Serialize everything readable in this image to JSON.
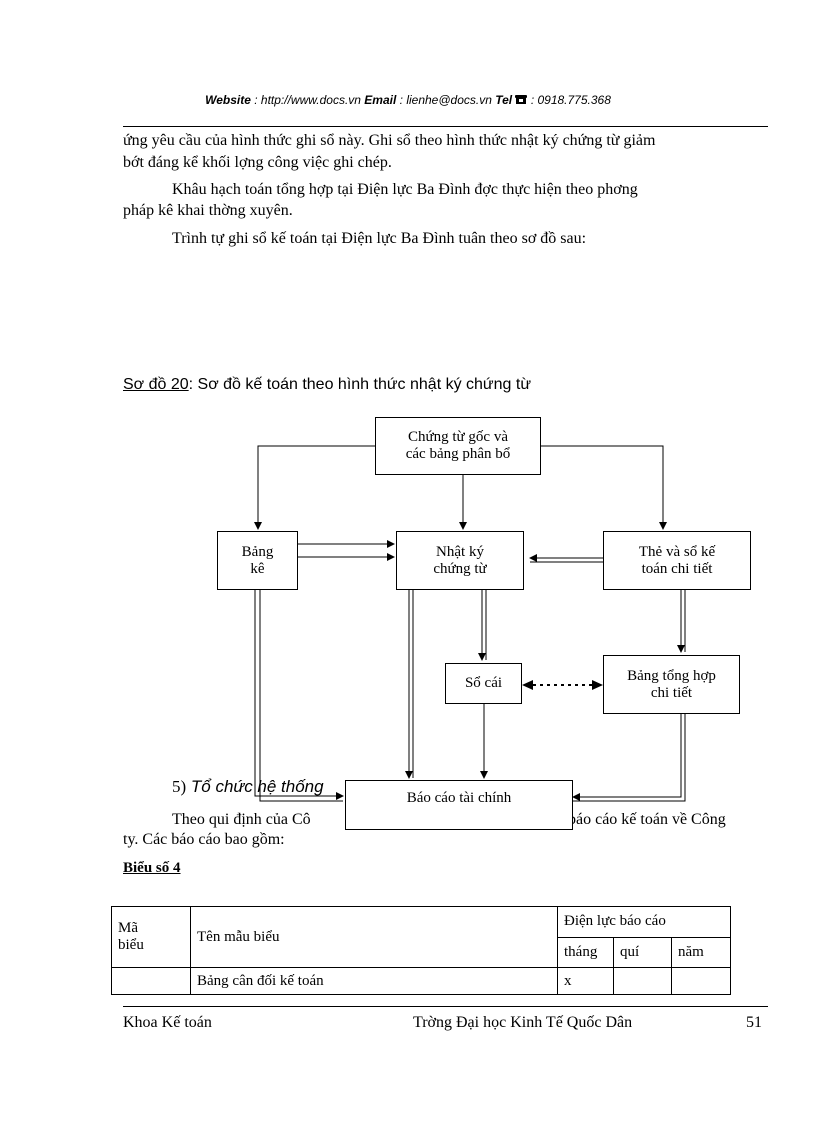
{
  "header": {
    "website_label": "Website",
    "website_value": " : http://www.docs.vn ",
    "email_label": "Email",
    "email_value": " : lienhe@docs.vn ",
    "tel_label": "Tel",
    "tel_icon": "phone-icon",
    "tel_value": " : 0918.775.368"
  },
  "body": {
    "p1_line1": "ứng yêu cầu của hình thức ghi sổ này. Ghi sổ theo hình thức nhật ký chứng từ giảm",
    "p1_line2": "bớt đáng kể khối lợng  công việc ghi chép.",
    "p2_line1": "Khâu hạch toán tổng hợp tại Điện lực Ba Đình đợc  thực hiện theo phơng",
    "p2_line2": "pháp kê khai thờng  xuyên.",
    "p3": "Trình tự ghi sổ kế toán tại Điện lực Ba Đình tuân theo sơ đồ sau:"
  },
  "diagram": {
    "caption_ref": "Sơ đồ 20",
    "caption_text": ": Sơ đồ kế toán theo hình thức nhật ký chứng từ",
    "nodes": {
      "source_docs": "Chứng từ gốc và\ncác bảng phân bổ",
      "bang_ke": "Bảng\nkê",
      "nhat_ky": "Nhật ký\nchứng từ",
      "the_so": "Thẻ và sổ kế\ntoán chi tiết",
      "so_cai": "Sổ cái",
      "bang_tong_hop": "Bảng tổng hợp\nchi tiết",
      "bao_cao": "Báo cáo tài chính"
    }
  },
  "section5": {
    "number": "5)",
    "title": "Tổ chức hệ thống"
  },
  "continuation": {
    "left": "Theo qui định của Cô",
    "right": "báo cáo kế toán về Công",
    "line2": "ty. Các báo cáo bao gồm:"
  },
  "table": {
    "title": "Biểu số 4",
    "col_ma": "Mã\nbiểu",
    "col_ten": "Tên mẫu biểu",
    "col_group": "Điện lực báo cáo",
    "col_thang": "tháng",
    "col_qui": "quí",
    "col_nam": "năm",
    "rows": [
      {
        "ma": "",
        "ten": "Bảng cân đối kế toán",
        "thang": "x",
        "qui": "",
        "nam": ""
      }
    ]
  },
  "footer": {
    "left": "Khoa Kế toán",
    "middle": "Trờng  Đại học Kinh Tế Quốc Dân",
    "page_number": "51"
  }
}
